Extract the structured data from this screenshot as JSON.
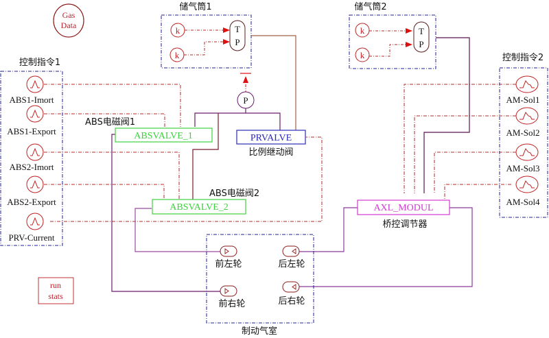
{
  "colors": {
    "group_border": "#1f1f9a",
    "signal": "#b52a2a",
    "green_block": "#3ed13e",
    "blue_block": "#2a2ab8",
    "magenta_block": "#d23ad2",
    "purple_line": "#8a3a9a",
    "dark_line": "#5a1040",
    "brown_line": "#a0604a"
  },
  "gas_data": {
    "line1": "Gas",
    "line2": "Data"
  },
  "run_stats": {
    "line1": "run",
    "line2": "stats"
  },
  "tank1": {
    "title": "储气筒1",
    "inputs": [
      "k",
      "k"
    ],
    "port_top": "T",
    "port_bottom": "P"
  },
  "tank2": {
    "title": "储气筒2",
    "inputs": [
      "k",
      "k"
    ],
    "port_top": "T",
    "port_bottom": "P"
  },
  "control1": {
    "title": "控制指令1",
    "items": [
      "ABS1-Imort",
      "ABS1-Export",
      "ABS2-Imort",
      "ABS2-Export",
      "PRV-Current"
    ]
  },
  "control2": {
    "title": "控制指令2",
    "items": [
      "AM-Sol1",
      "AM-Sol2",
      "AM-Sol3",
      "AM-Sol4"
    ]
  },
  "pressure_sensor": {
    "label": "P"
  },
  "blocks": {
    "absvalve1": {
      "name": "ABSVALVE_1",
      "caption": "ABS电磁阀1"
    },
    "absvalve2": {
      "name": "ABSVALVE_2",
      "caption": "ABS电磁阀2"
    },
    "prvalve": {
      "name": "PRVALVE",
      "caption": "比例继动阀"
    },
    "axl": {
      "name": "AXL_MODUL",
      "caption": "桥控调节器"
    }
  },
  "chambers": {
    "title": "制动气室",
    "front_left": "前左轮",
    "front_right": "前右轮",
    "rear_left": "后左轮",
    "rear_right": "后右轮"
  }
}
